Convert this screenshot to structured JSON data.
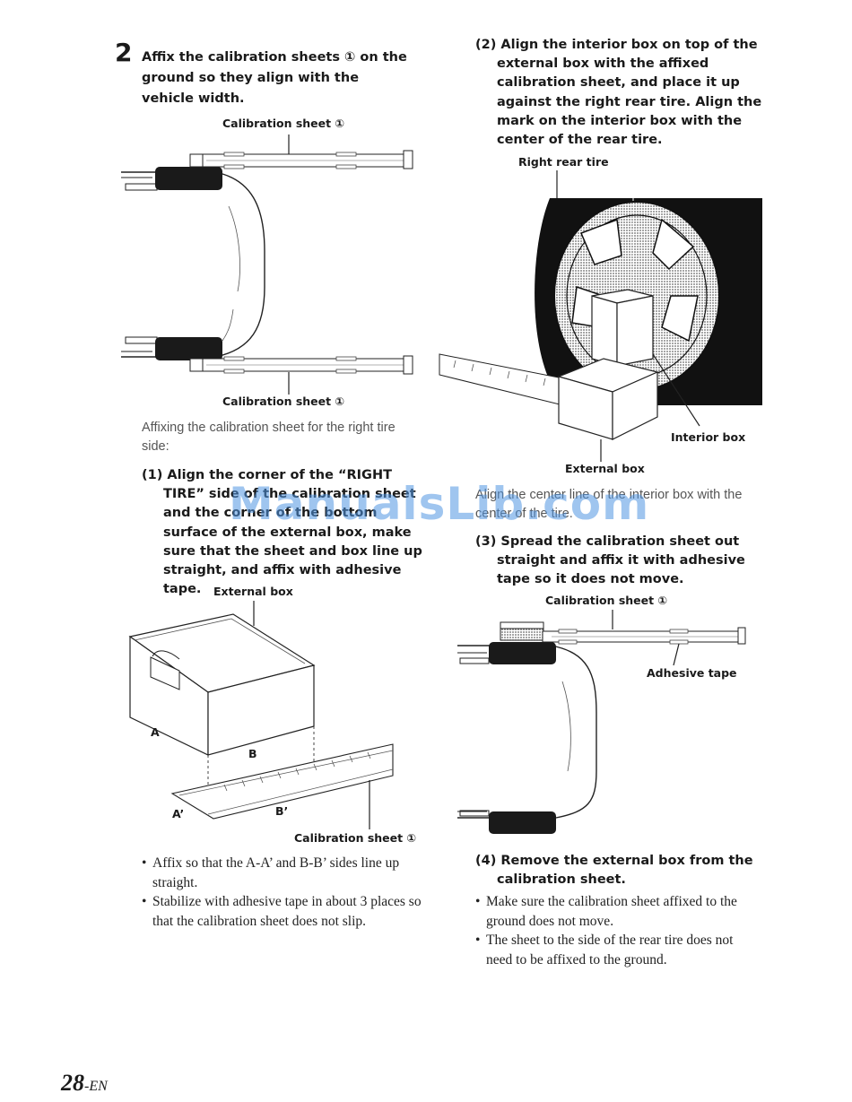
{
  "step2": {
    "number": "2",
    "heading": "Affix the calibration sheets ① on the ground so they align with the vehicle width.",
    "label_top": "Calibration sheet ①",
    "label_bottom": "Calibration sheet ①",
    "caption": "Affixing the calibration sheet for the right tire side:"
  },
  "sub1": {
    "heading": "(1) Align the corner of the “RIGHT TIRE” side of the calibration sheet and the corner of the bottom surface of the external box, make sure that the sheet and box line up straight, and affix with adhesive tape.",
    "label_external_box": "External box",
    "label_a": "A",
    "label_b": "B",
    "label_a_prime": "A’",
    "label_b_prime": "B’",
    "label_calibration_sheet": "Calibration sheet ①",
    "bullets": [
      "Affix so that the A-A’ and B-B’ sides line up straight.",
      "Stabilize with adhesive tape in about 3 places so that the calibration sheet does not slip."
    ]
  },
  "sub2": {
    "heading": "(2) Align the interior box on top of the external box with the affixed calibration sheet, and place it up against the right rear tire. Align the mark on the interior box with the center of the rear tire.",
    "label_right_rear_tire": "Right rear tire",
    "label_interior_box": "Interior box",
    "label_external_box": "External box",
    "caption": "Align the center line of the interior box with the center of the tire."
  },
  "sub3": {
    "heading": "(3) Spread the calibration sheet out straight and affix it with adhesive tape so it does not move.",
    "label_calibration_sheet": "Calibration sheet ①",
    "label_adhesive_tape": "Adhesive tape"
  },
  "sub4": {
    "heading": "(4) Remove the external box from the calibration sheet.",
    "bullets": [
      "Make sure the calibration sheet affixed to the ground does not move.",
      "The sheet to the side of the rear tire does not need to be affixed to the ground."
    ]
  },
  "watermark": "ManualsLib.com",
  "footer": {
    "page_number": "28",
    "page_suffix": "-EN"
  }
}
